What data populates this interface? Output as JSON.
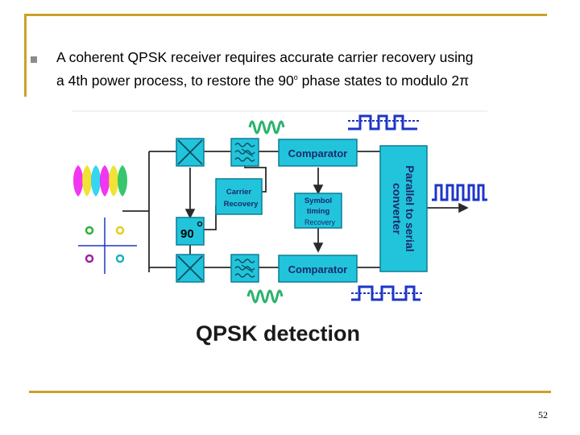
{
  "slide": {
    "bullet_line1": "A coherent QPSK receiver requires accurate carrier recovery using",
    "bullet_line2_pre": "a 4th power process, to restore the 90",
    "bullet_line2_sup": "o",
    "bullet_line2_post": " phase states to modulo 2π",
    "page_number": "52"
  },
  "diagram": {
    "comparator_top": "Comparator",
    "comparator_bottom": "Comparator",
    "carrier_recovery_line1": "Carrier",
    "carrier_recovery_line2": "Recovery",
    "symbol_timing_line1": "Symbol",
    "symbol_timing_line2": "timing",
    "symbol_timing_line3": "Recovery",
    "parallel_line1": "Parallel to serial",
    "parallel_line2": "converter",
    "phase_shift_label": "90",
    "caption": "QPSK detection",
    "colors": {
      "block_fill": "#22c4dc",
      "block_stroke": "#0a7f95",
      "wire": "#2a2a2a",
      "waveform_green": "#2bb36b",
      "waveform_blue": "#1d35c9",
      "burst_colors": [
        "#f020f0",
        "#f0e020",
        "#20d0f0",
        "#f020f0",
        "#f0e020",
        "#20c060"
      ],
      "constellation": [
        "#30b040",
        "#e0d020",
        "#a020a0",
        "#20b0c0"
      ]
    }
  }
}
